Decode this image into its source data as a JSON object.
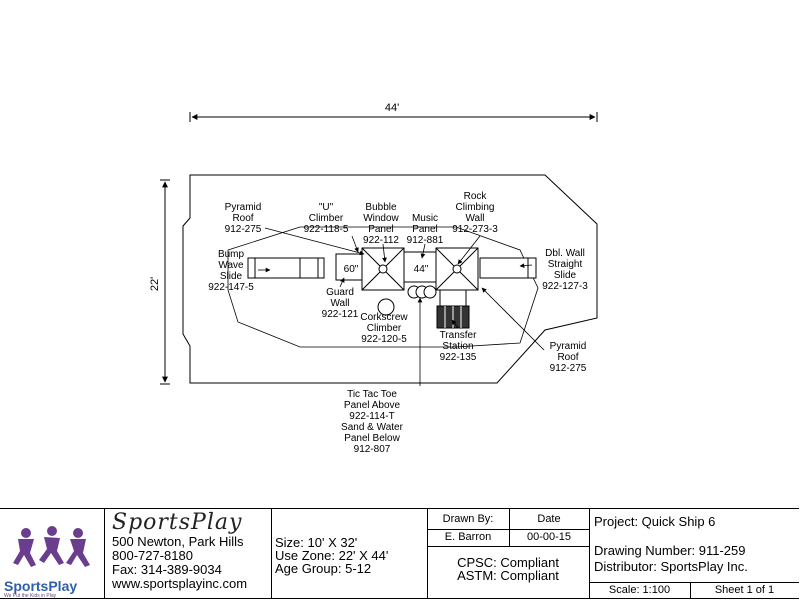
{
  "dimensions": {
    "width": "44'",
    "depth": "22'"
  },
  "inner_labels": {
    "platform_a": "60\"",
    "platform_b": "44\""
  },
  "callouts": {
    "pyramid_roof_left": [
      "Pyramid",
      "Roof",
      "912-275"
    ],
    "u_climber": [
      "\"U\"",
      "Climber",
      "922-118-5"
    ],
    "bubble_window": [
      "Bubble",
      "Window",
      "Panel",
      "922-112"
    ],
    "music_panel": [
      "Music",
      "Panel",
      "912-881"
    ],
    "rock_climbing_wall": [
      "Rock",
      "Climbing",
      "Wall",
      "912-273-3"
    ],
    "bump_wave_slide": [
      "Bump",
      "Wave",
      "Slide",
      "922-147-5"
    ],
    "dbl_wall_slide": [
      "Dbl. Wall",
      "Straight",
      "Slide",
      "922-127-3"
    ],
    "guard_wall": [
      "Guard",
      "Wall",
      "922-121"
    ],
    "corkscrew_climber": [
      "Corkscrew",
      "Climber",
      "922-120-5"
    ],
    "transfer_station": [
      "Transfer",
      "Station",
      "922-135"
    ],
    "pyramid_roof_right": [
      "Pyramid",
      "Roof",
      "912-275"
    ],
    "tic_tac_toe": [
      "Tic Tac Toe",
      "Panel Above",
      "922-114-T",
      "Sand & Water",
      "Panel Below",
      "912-807"
    ]
  },
  "title_block": {
    "brand_script": "SportsPlay",
    "logo_text": "SportsPlay",
    "logo_tagline": "We Put the Kids in Play",
    "address": "500 Newton, Park Hills",
    "phone": "800-727-8180",
    "fax": "Fax: 314-389-9034",
    "website": "www.sportsplayinc.com",
    "size": "Size: 10' X 32'",
    "use_zone": "Use Zone: 22' X 44'",
    "age_group": "Age Group: 5-12",
    "drawn_by_label": "Drawn By:",
    "date_label": "Date",
    "drawn_by": "E. Barron",
    "date": "00-00-15",
    "cpsc": "CPSC: Compliant",
    "astm": "ASTM: Compliant",
    "project": "Project: Quick Ship 6",
    "drawing_number": "Drawing Number: 911-259",
    "distributor": "Distributor: SportsPlay Inc.",
    "scale": "Scale: 1:100",
    "sheet": "Sheet 1 of 1"
  },
  "colors": {
    "logo_purple": "#6a3d8f",
    "logo_blue": "#2e5fa8"
  }
}
